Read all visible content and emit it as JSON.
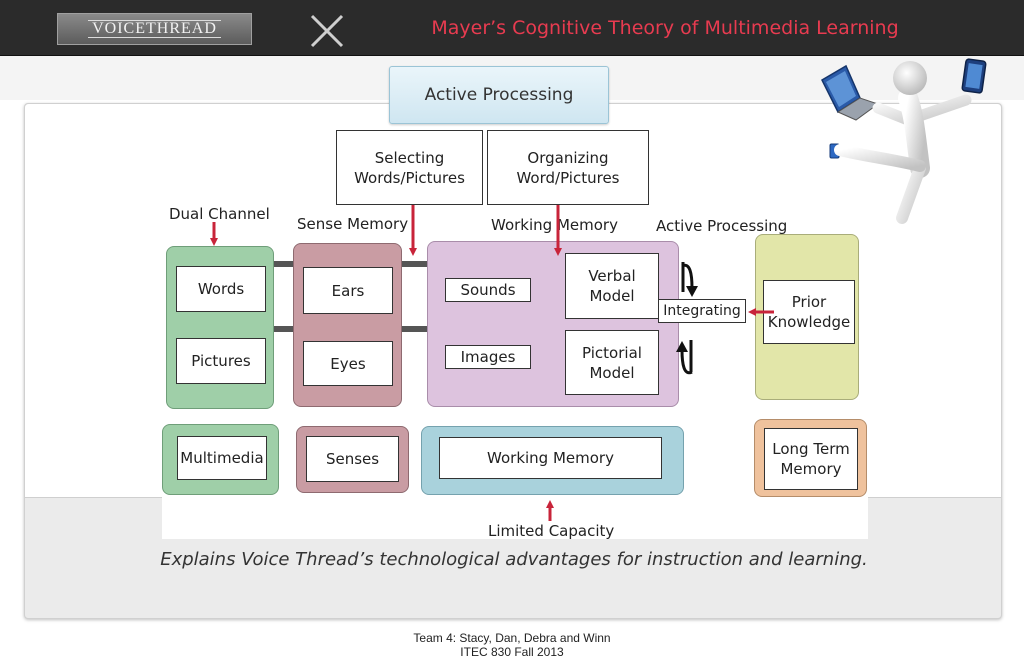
{
  "header": {
    "brand": "VOICETHREAD",
    "title": "Mayer’s Cognitive Theory of Multimedia Learning"
  },
  "diagram": {
    "top_tab": "Active Processing",
    "selecting": "Selecting\nWords/Pictures",
    "organizing": "Organizing\nWord/Pictures",
    "dual_channel": "Dual Channel",
    "sense_memory": "Sense Memory",
    "working_memory_label": "Working Memory",
    "active_processing_label": "Active Processing",
    "words": "Words",
    "pictures": "Pictures",
    "ears": "Ears",
    "eyes": "Eyes",
    "sounds": "Sounds",
    "images": "Images",
    "verbal_model": "Verbal\nModel",
    "pictorial_model": "Pictorial\nModel",
    "integrating": "Integrating",
    "prior_knowledge": "Prior\nKnowledge",
    "multimedia": "Multimedia",
    "senses": "Senses",
    "working_memory_box": "Working Memory",
    "long_term_memory": "Long Term\nMemory",
    "limited_capacity": "Limited Capacity"
  },
  "caption": "Explains Voice Thread’s technological advantages for instruction and learning.",
  "footer": {
    "line1": "Team 4: Stacy, Dan, Debra and Winn",
    "line2": "ITEC 830 Fall 2013"
  },
  "icons": [
    "close-x-icon",
    "down-arrow-icon",
    "up-arrow-icon",
    "left-arrow-icon",
    "cycle-arrow-icon",
    "stick-figure-illustration"
  ],
  "colors": {
    "header_title": "#e83b50",
    "arrow": "#c8243a",
    "dual_channel_green": "#9fcfa8",
    "sense_memory_rose": "#c99ca3",
    "working_memory_purple": "#ddc3de",
    "prior_knowledge_yellow": "#e2e6a9",
    "working_memory_blue": "#a9d2dc",
    "long_term_orange": "#efc29d"
  }
}
